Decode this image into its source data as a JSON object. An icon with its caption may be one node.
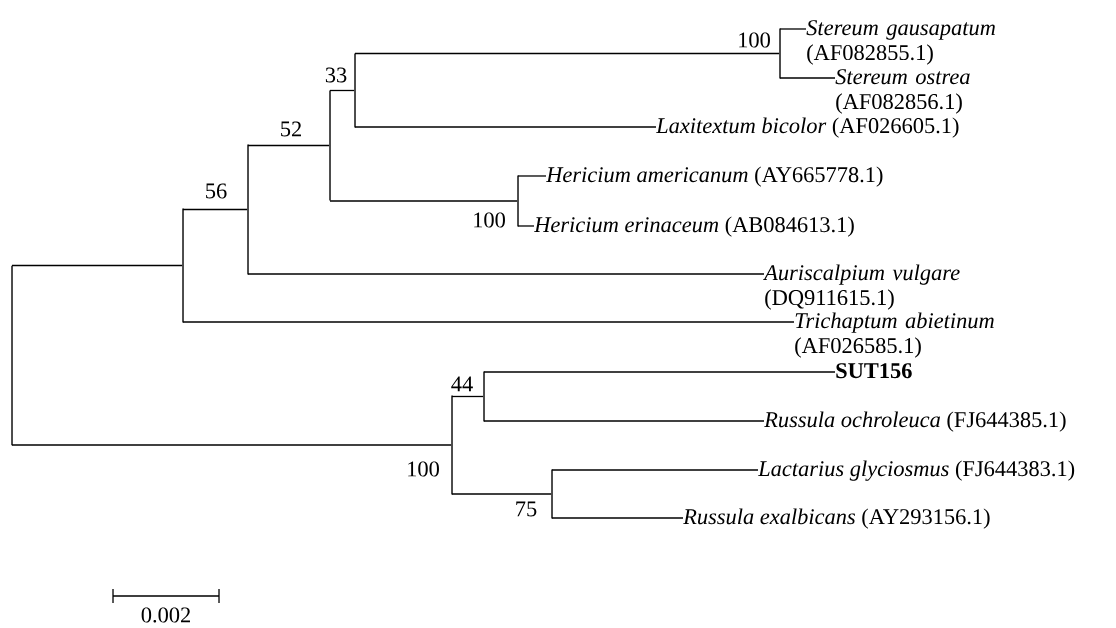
{
  "diagram": {
    "nodes": [
      {
        "text": [],
        "shape": "bar"
      },
      {
        "text": [],
        "shape": "bar"
      },
      {
        "text": [],
        "shape": "bar",
        "beside": [
          "56"
        ]
      },
      {
        "text": [],
        "shape": "bar",
        "beside": [
          "52"
        ]
      },
      {
        "text": [],
        "shape": "bar",
        "beside": [
          "33"
        ]
      },
      {
        "text": [],
        "shape": "bar",
        "beside": [
          "100"
        ]
      },
      {
        "text": [
          "*Stereum gausapatum* (AF082855.1)"
        ]
      },
      {
        "text": [
          "*Stereum ostrea* (AF082856.1)"
        ]
      },
      {
        "text": [
          "*Laxitextum bicolor* (AF026605.1)"
        ]
      },
      {
        "text": [],
        "shape": "bar",
        "beside": [
          "100"
        ]
      },
      {
        "text": [
          "*Hericium americanum* (AY665778.1)"
        ]
      },
      {
        "text": [
          "*Hericium erinaceum* (AB084613.1)"
        ]
      },
      {
        "text": [
          "*Auriscalpium vulgare* (DQ911615.1)"
        ]
      },
      {
        "text": [
          "*Trichaptum abietinum* (AF026585.1)"
        ]
      },
      {
        "text": [],
        "shape": "bar",
        "beside": [
          "100"
        ]
      },
      {
        "text": [],
        "shape": "bar",
        "beside": [
          "44"
        ]
      },
      {
        "text": [
          "SUT156"
        ]
      },
      {
        "text": [
          "*Russula ochroleuca* (FJ644385.1)"
        ]
      },
      {
        "text": [],
        "shape": "bar",
        "beside": [
          "75"
        ]
      },
      {
        "text": [
          "*Lactarius glyciosmus* (FJ644383.1)"
        ]
      },
      {
        "text": [
          "*Russula exalbicans* (AY293156.1)"
        ]
      }
    ],
    "edges": [
      {
        "from": 0,
        "to": 1,
        "arrow": "none"
      },
      {
        "from": 0,
        "to": 14,
        "arrow": "none"
      },
      {
        "from": 1,
        "to": 2,
        "arrow": "none"
      },
      {
        "from": 1,
        "to": 13,
        "arrow": "none"
      },
      {
        "from": 2,
        "to": 3,
        "arrow": "none"
      },
      {
        "from": 2,
        "to": 12,
        "arrow": "none"
      },
      {
        "from": 3,
        "to": 4,
        "arrow": "none"
      },
      {
        "from": 3,
        "to": 9,
        "arrow": "none"
      },
      {
        "from": 4,
        "to": 5,
        "arrow": "none"
      },
      {
        "from": 4,
        "to": 8,
        "arrow": "none"
      },
      {
        "from": 5,
        "to": 6,
        "arrow": "none"
      },
      {
        "from": 5,
        "to": 7,
        "arrow": "none"
      },
      {
        "from": 9,
        "to": 10,
        "arrow": "none"
      },
      {
        "from": 9,
        "to": 11,
        "arrow": "none"
      },
      {
        "from": 14,
        "to": 15,
        "arrow": "none"
      },
      {
        "from": 14,
        "to": 18,
        "arrow": "none"
      },
      {
        "from": 15,
        "to": 16,
        "arrow": "none"
      },
      {
        "from": 15,
        "to": 17,
        "arrow": "none"
      },
      {
        "from": 18,
        "to": 19,
        "arrow": "none"
      },
      {
        "from": 18,
        "to": 20,
        "arrow": "none"
      }
    ],
    "labels": [
      "0.002"
    ]
  }
}
